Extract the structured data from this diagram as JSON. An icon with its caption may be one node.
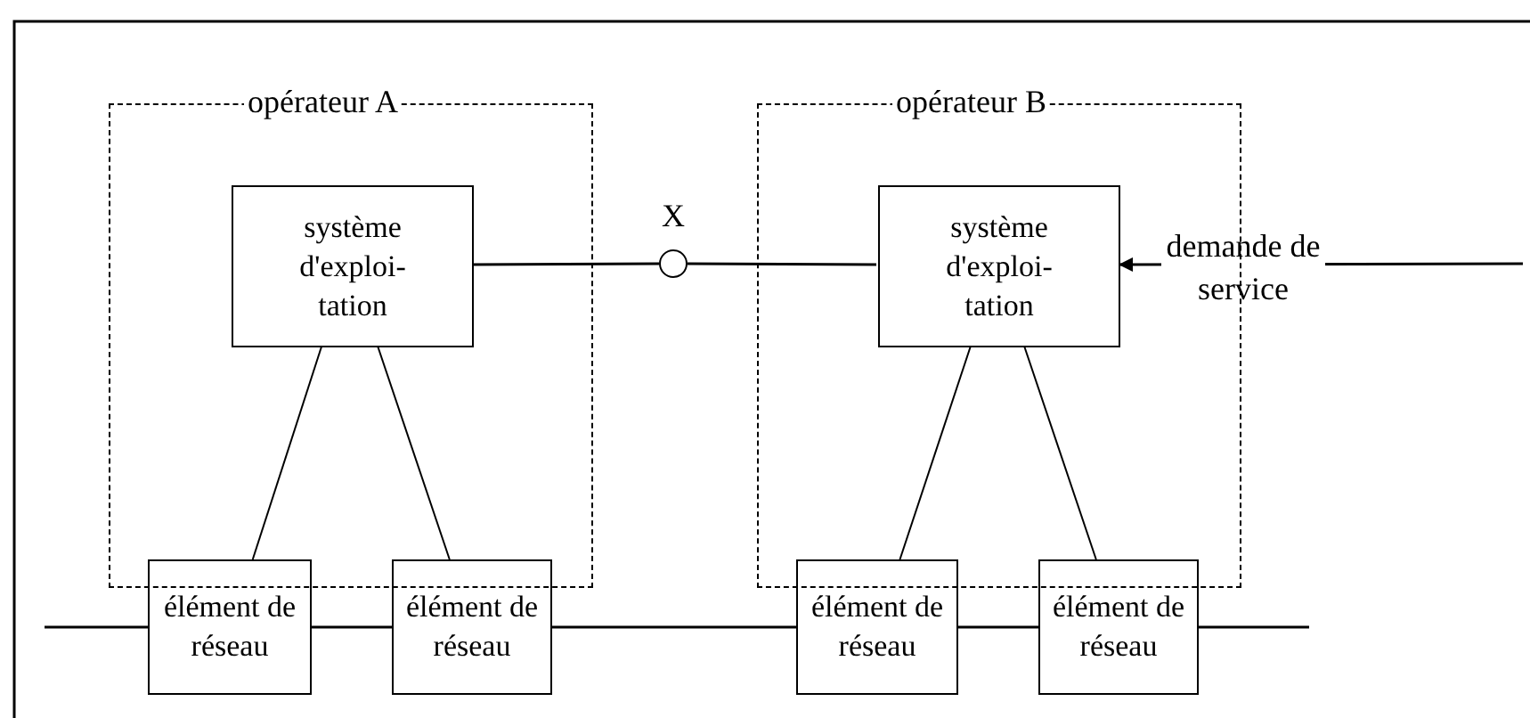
{
  "diagram": {
    "nodes": [
      {
        "text": [
          "opérateur A"
        ]
      },
      {
        "text": [
          "système d'exploi- tation"
        ],
        "in": 0
      },
      {
        "text": [
          "élément de réseau"
        ]
      },
      {
        "text": [
          "élément de réseau"
        ]
      },
      {
        "text": [
          "opérateur B"
        ]
      },
      {
        "text": [
          "système d'exploi- tation"
        ],
        "in": 4
      },
      {
        "text": [
          "élément de réseau"
        ]
      },
      {
        "text": [
          "élément de réseau"
        ]
      },
      {
        "text": [],
        "shape": "circle",
        "beside": [
          "X"
        ]
      }
    ],
    "edges": [
      {
        "from": 1,
        "to": 8,
        "arrow": "none"
      },
      {
        "from": 8,
        "to": 5,
        "arrow": "none"
      },
      {
        "from": null,
        "to": 5,
        "arrow": "to",
        "label": "demande de service"
      },
      {
        "from": 1,
        "to": 2,
        "arrow": "none"
      },
      {
        "from": 1,
        "to": 3,
        "arrow": "none"
      },
      {
        "from": 5,
        "to": 6,
        "arrow": "none"
      },
      {
        "from": 5,
        "to": 7,
        "arrow": "none"
      },
      {
        "from": null,
        "to": 2,
        "arrow": "none"
      },
      {
        "from": 2,
        "to": 3,
        "arrow": "none"
      },
      {
        "from": 3,
        "to": 6,
        "arrow": "none"
      },
      {
        "from": 6,
        "to": 7,
        "arrow": "none"
      },
      {
        "from": 7,
        "to": null,
        "arrow": "none"
      }
    ]
  }
}
